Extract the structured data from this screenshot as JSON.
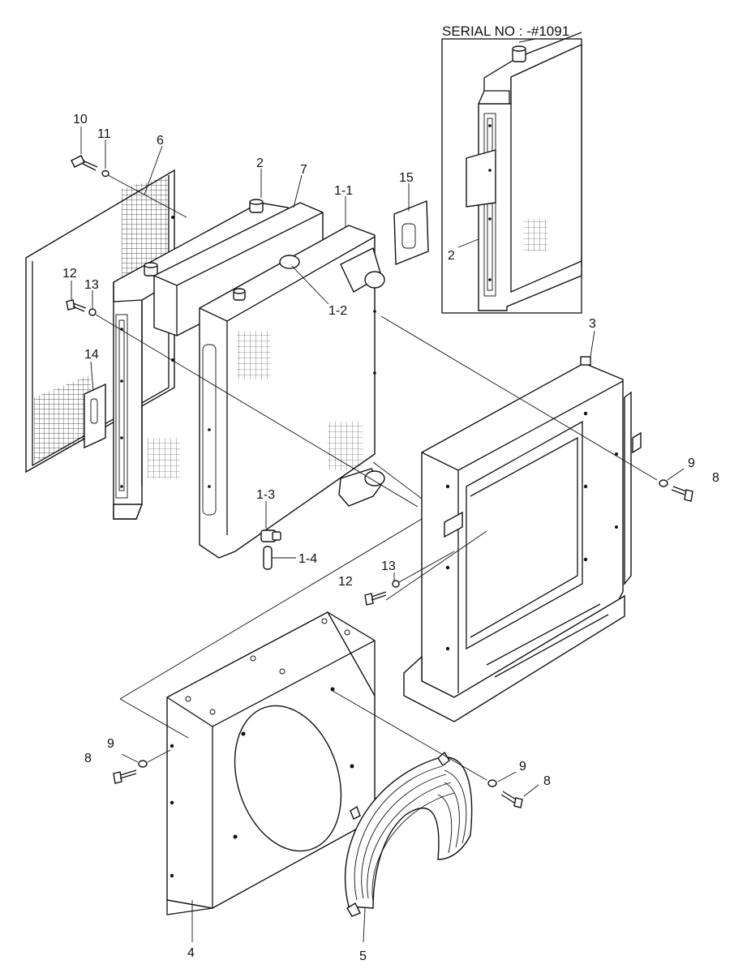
{
  "inset": {
    "title": "SERIAL NO : -#1091",
    "callout": "2"
  },
  "callouts": {
    "p10": "10",
    "p11": "11",
    "p6": "6",
    "p2": "2",
    "p7": "7",
    "p1_1": "1-1",
    "p15": "15",
    "p12a": "12",
    "p13a": "13",
    "p1_2": "1-2",
    "p14": "14",
    "p3": "3",
    "p9a": "9",
    "p8a": "8",
    "p1_3": "1-3",
    "p1_4": "1-4",
    "p13b": "13",
    "p12b": "12",
    "p9b": "9",
    "p8b": "8",
    "p9c": "9",
    "p8c": "8",
    "p4": "4",
    "p5": "5"
  }
}
